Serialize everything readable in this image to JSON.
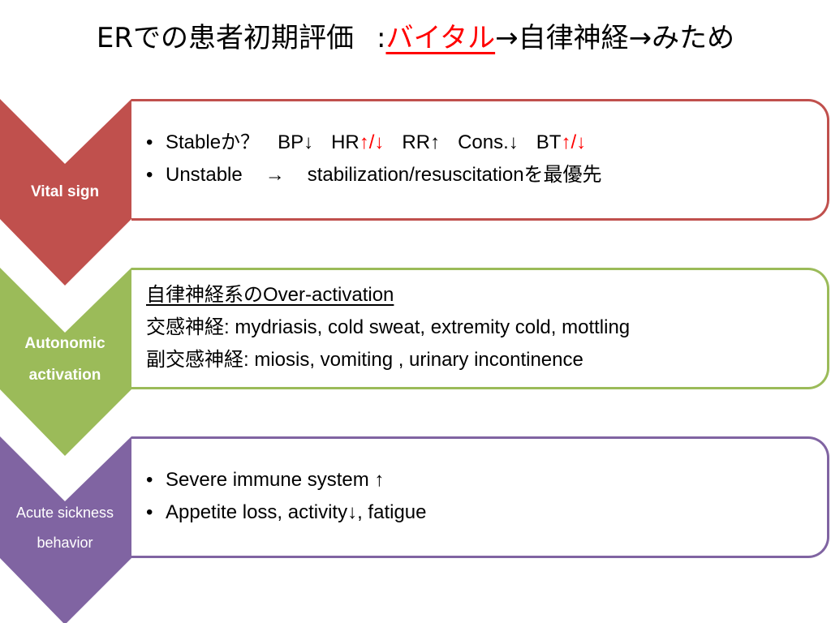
{
  "title": {
    "prefix": "ERでの患者初期評価",
    "colon": ":",
    "highlight": "バイタル",
    "arrow1": "→",
    "step2": "自律神経",
    "arrow2": "→",
    "step3": "みため"
  },
  "colors": {
    "vital": "#c0504d",
    "autonomic": "#9bbb59",
    "sickness": "#8064a2",
    "highlight": "#ff0000"
  },
  "stages": [
    {
      "label_line1": "Vital sign",
      "label_line2": "",
      "items": {
        "line1": {
          "stable": "Stableか？",
          "bp": "BP↓",
          "hr": "HR",
          "hr_arrows": "↑/↓",
          "rr": "RR↑",
          "cons": "Cons.↓",
          "bt": "BT",
          "bt_arrows": "↑/↓"
        },
        "line2": {
          "unstable": "Unstable",
          "arrow": "→",
          "action": "stabilization/resuscitationを最優先"
        }
      }
    },
    {
      "label_line1": "Autonomic",
      "label_line2": "activation",
      "items": {
        "heading": "自律神経系のOver-activation",
        "sympathetic": "交感神経: mydriasis, cold sweat, extremity cold, mottling",
        "parasympathetic": "副交感神経:  miosis, vomiting , urinary incontinence"
      }
    },
    {
      "label_line1": "Acute sickness",
      "label_line2": "behavior",
      "items": {
        "line1": "Severe immune system ↑",
        "line2": "Appetite loss, activity↓, fatigue"
      }
    }
  ]
}
